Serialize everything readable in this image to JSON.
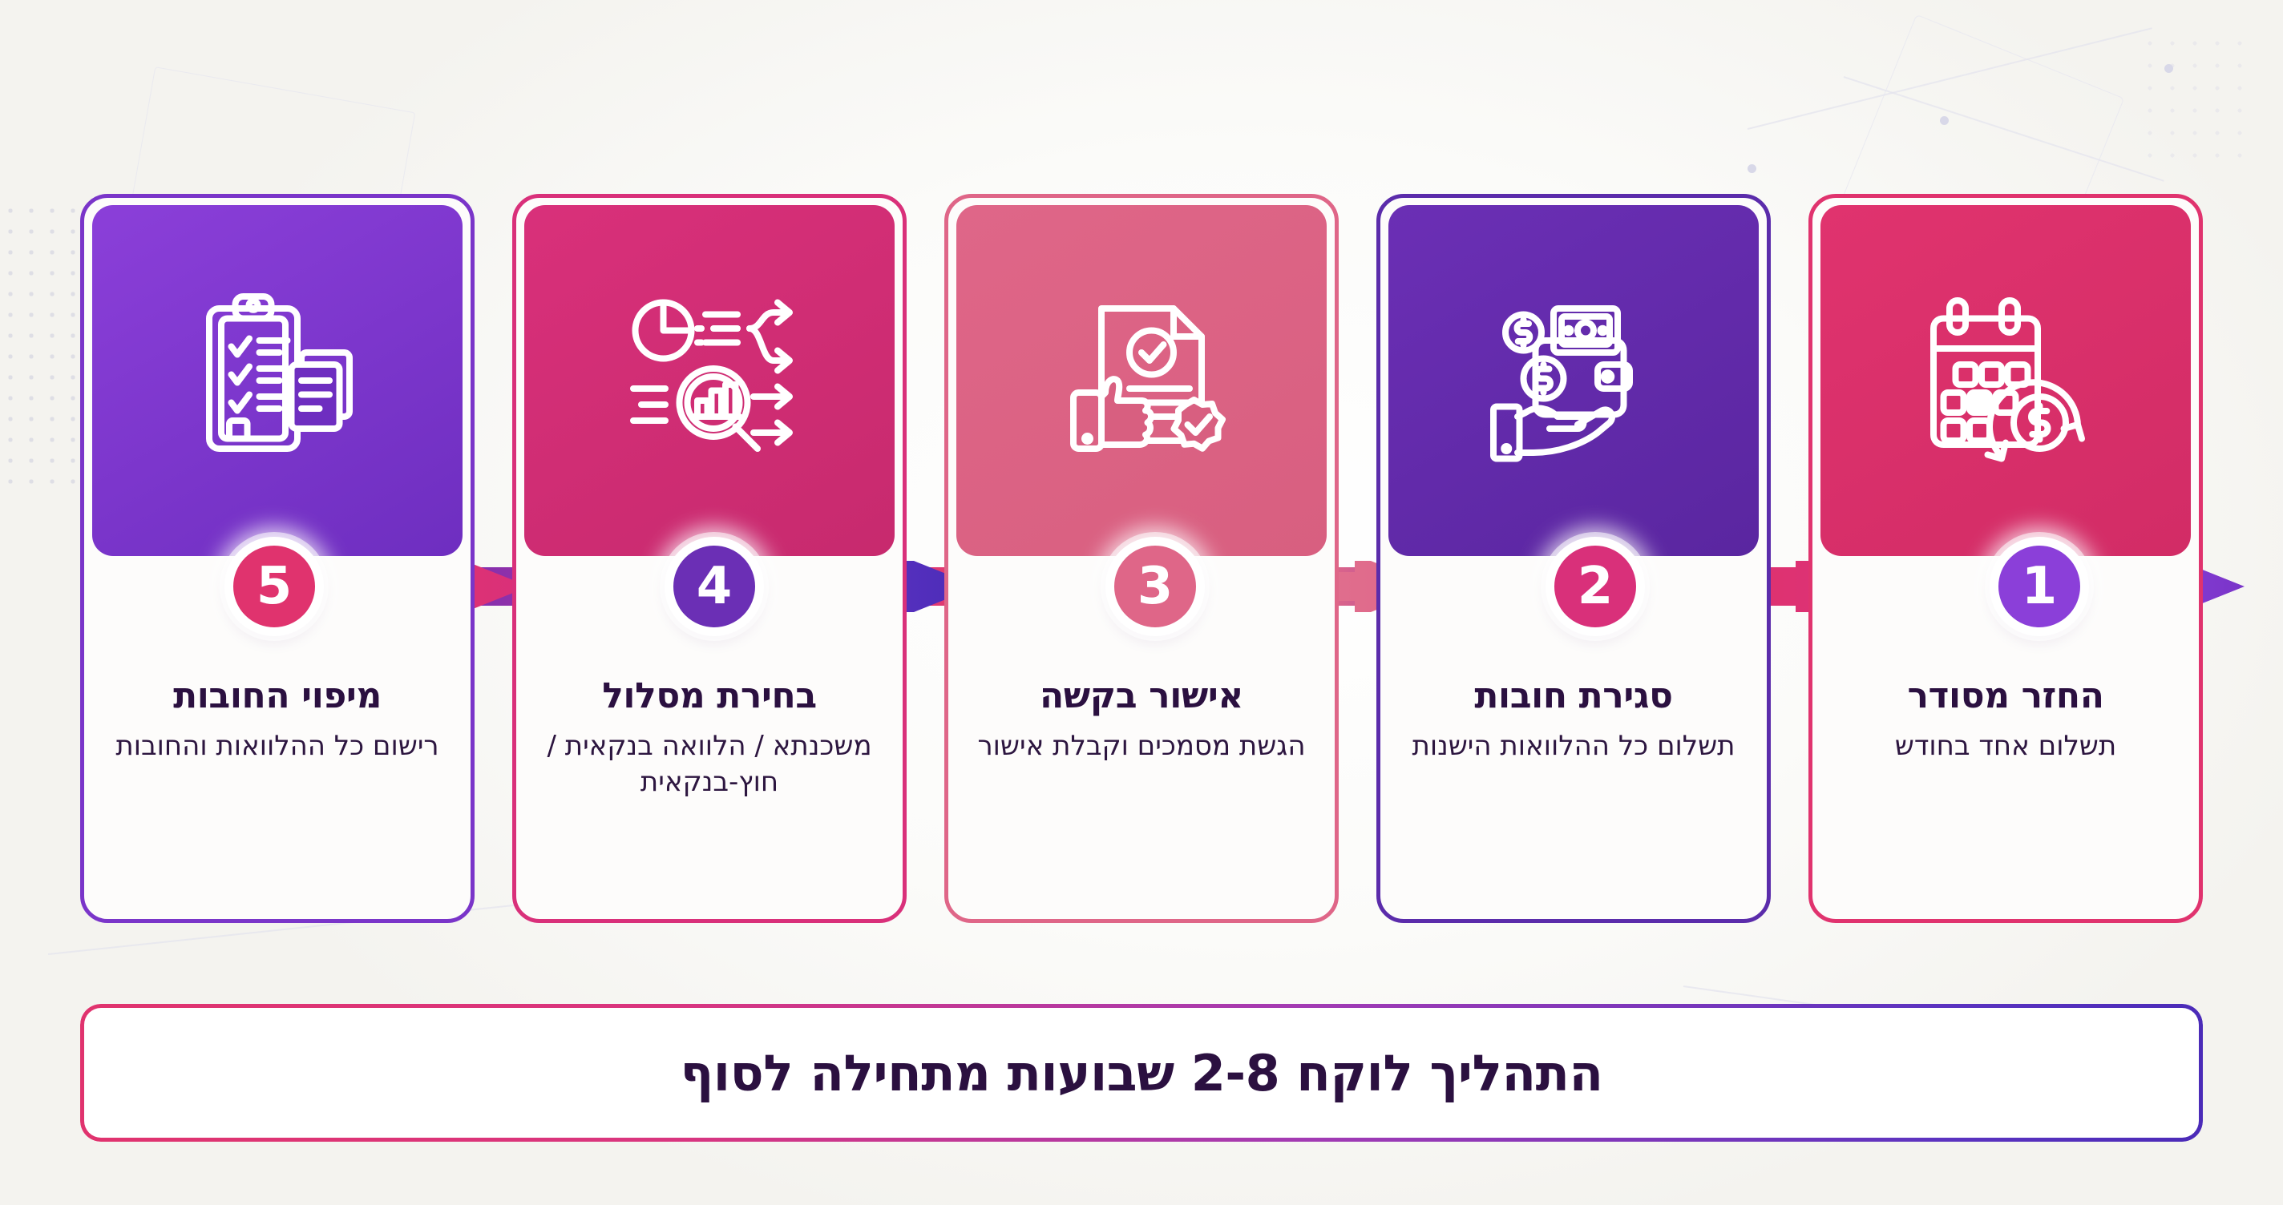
{
  "meta": {
    "direction": "rtl",
    "language": "he",
    "background_color": "#f7f6f3"
  },
  "palette": {
    "crimson": "#e0336e",
    "magenta": "#d9307a",
    "rose": "#df6688",
    "violet": "#6b2fb5",
    "purple": "#8b3fd9",
    "title_color": "#2b1040",
    "ribbon_gradient_start": "#5b33c0",
    "ribbon_gradient_end": "#8b3fd9"
  },
  "steps": [
    {
      "number": "1",
      "title": "מיפוי החובות",
      "description": "רישום כל ההלוואות והחובות",
      "icon": "clipboard-checklist-documents-icon",
      "main_color": "#7a35c9",
      "tile_color_a": "#8b3fd9",
      "tile_color_b": "#6e2ec0",
      "number_color": "#8b3fd9"
    },
    {
      "number": "2",
      "title": "בחירת מסלול",
      "description": "משכנתא / הלוואה בנקאית / חוץ-בנקאית",
      "icon": "chart-magnifier-arrows-icon",
      "main_color": "#d9307a",
      "tile_color_a": "#d9307a",
      "tile_color_b": "#c72a6e",
      "number_color": "#d9307a"
    },
    {
      "number": "3",
      "title": "אישור בקשה",
      "description": "הגשת מסמכים וקבלת אישור",
      "icon": "document-thumbsup-approval-icon",
      "main_color": "#df6688",
      "tile_color_a": "#df6688",
      "tile_color_b": "#d85f80",
      "number_color": "#df6688"
    },
    {
      "number": "4",
      "title": "סגירת חובות",
      "description": "תשלום כל ההלוואות הישנות",
      "icon": "hand-wallet-cash-icon",
      "main_color": "#5b2cab",
      "tile_color_a": "#6b2fb5",
      "tile_color_b": "#5a26a0",
      "number_color": "#6b2fb5"
    },
    {
      "number": "5",
      "title": "החזר מסודר",
      "description": "תשלום אחד בחודש",
      "icon": "calendar-recurring-payment-icon",
      "main_color": "#e0336e",
      "tile_color_a": "#e0336e",
      "tile_color_b": "#d22c66",
      "number_color": "#e0336e"
    }
  ],
  "banner": {
    "text": "התהליך לוקח 2-8 שבועות מתחילה לסוף"
  }
}
